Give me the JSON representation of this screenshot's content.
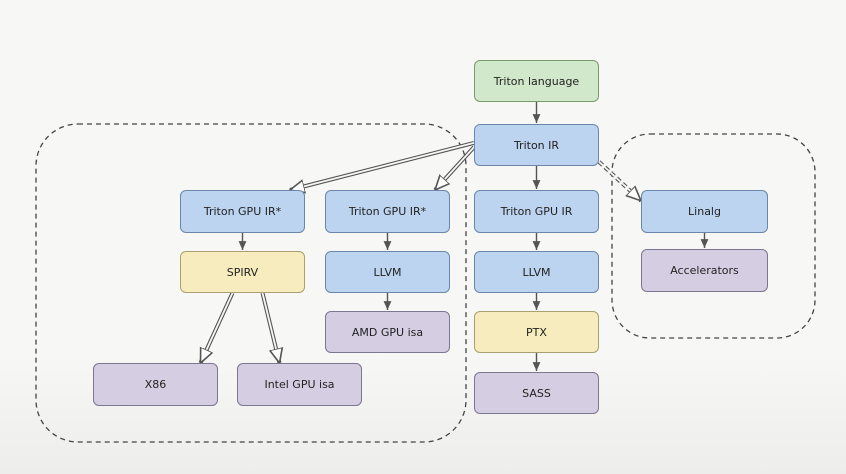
{
  "diagram": {
    "nodes": [
      {
        "id": "triton-language",
        "label": "Triton language",
        "color": "green"
      },
      {
        "id": "triton-ir",
        "label": "Triton IR",
        "color": "blue"
      },
      {
        "id": "triton-gpu-ir-intel",
        "label": "Triton GPU IR*",
        "color": "blue"
      },
      {
        "id": "triton-gpu-ir-amd",
        "label": "Triton GPU IR*",
        "color": "blue"
      },
      {
        "id": "triton-gpu-ir-nvidia",
        "label": "Triton GPU IR",
        "color": "blue"
      },
      {
        "id": "spirv",
        "label": "SPIRV",
        "color": "yellow"
      },
      {
        "id": "llvm-amd",
        "label": "LLVM",
        "color": "blue"
      },
      {
        "id": "llvm-nvidia",
        "label": "LLVM",
        "color": "blue"
      },
      {
        "id": "amd-gpu-isa",
        "label": "AMD GPU isa",
        "color": "purple"
      },
      {
        "id": "ptx",
        "label": "PTX",
        "color": "yellow"
      },
      {
        "id": "x86",
        "label": "X86",
        "color": "purple"
      },
      {
        "id": "intel-gpu-isa",
        "label": "Intel GPU isa",
        "color": "purple"
      },
      {
        "id": "sass",
        "label": "SASS",
        "color": "purple"
      },
      {
        "id": "linalg",
        "label": "Linalg",
        "color": "blue"
      },
      {
        "id": "accelerators",
        "label": "Accelerators",
        "color": "purple"
      }
    ],
    "edges": [
      {
        "from": "triton-language",
        "to": "triton-ir",
        "style": "solid"
      },
      {
        "from": "triton-ir",
        "to": "triton-gpu-ir-nvidia",
        "style": "solid"
      },
      {
        "from": "triton-gpu-ir-nvidia",
        "to": "llvm-nvidia",
        "style": "solid"
      },
      {
        "from": "llvm-nvidia",
        "to": "ptx",
        "style": "solid"
      },
      {
        "from": "ptx",
        "to": "sass",
        "style": "solid"
      },
      {
        "from": "triton-ir",
        "to": "triton-gpu-ir-intel",
        "style": "double"
      },
      {
        "from": "triton-ir",
        "to": "triton-gpu-ir-amd",
        "style": "double"
      },
      {
        "from": "triton-ir",
        "to": "linalg",
        "style": "double-dashed"
      },
      {
        "from": "triton-gpu-ir-intel",
        "to": "spirv",
        "style": "solid"
      },
      {
        "from": "spirv",
        "to": "x86",
        "style": "double"
      },
      {
        "from": "spirv",
        "to": "intel-gpu-isa",
        "style": "double"
      },
      {
        "from": "triton-gpu-ir-amd",
        "to": "llvm-amd",
        "style": "solid"
      },
      {
        "from": "llvm-amd",
        "to": "amd-gpu-isa",
        "style": "solid"
      },
      {
        "from": "linalg",
        "to": "accelerators",
        "style": "solid"
      }
    ],
    "colors": {
      "green": "#d2e8cb",
      "blue": "#bcd4ef",
      "yellow": "#f7ecbe",
      "purple": "#d5cde2",
      "line": "#555555"
    }
  }
}
